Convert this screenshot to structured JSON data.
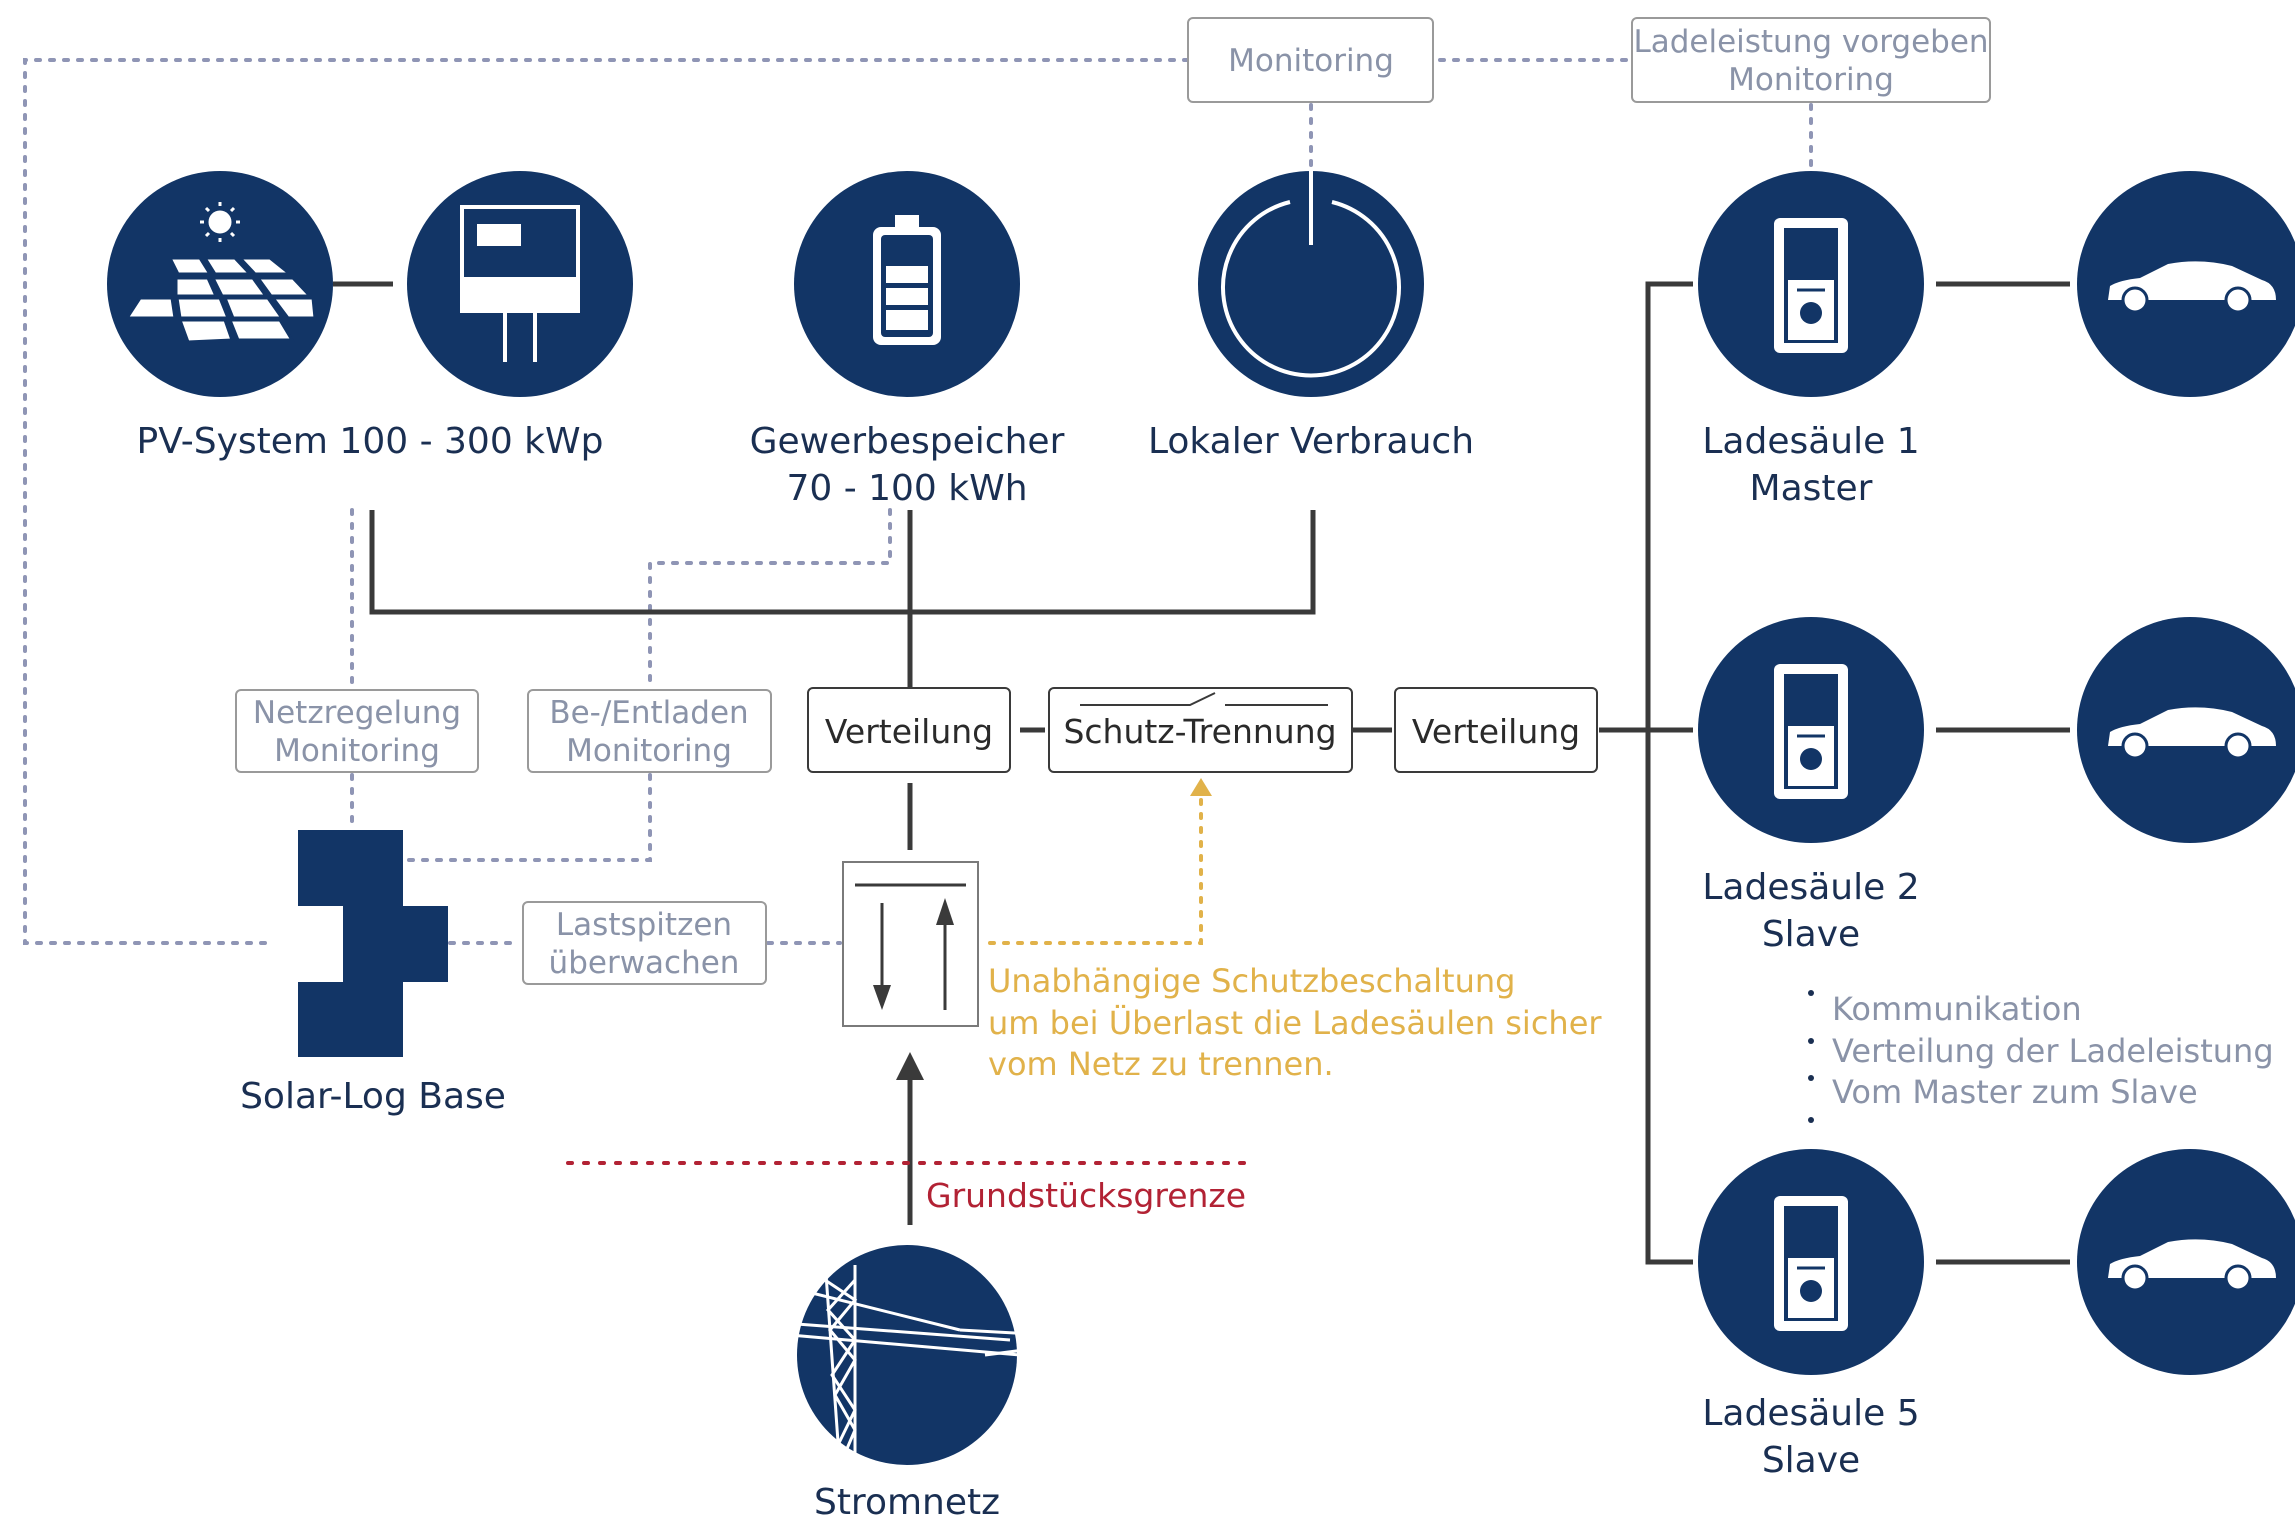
{
  "colors": {
    "navy": "#123566",
    "line_dark": "#3a3a3a",
    "dotted_gray": "#8f95b5",
    "warning": "#e1b24a",
    "border_red": "#b22234",
    "box_border": "#9a9a9a"
  },
  "top": {
    "monitoring": "Monitoring",
    "ladeleistung_line1": "Ladeleistung vorgeben",
    "ladeleistung_line2": "Monitoring"
  },
  "nodes": {
    "pv_label": "PV-System 100 - 300 kWp",
    "speicher_line1": "Gewerbespeicher",
    "speicher_line2": "70 - 100 kWh",
    "verbrauch_label": "Lokaler Verbrauch",
    "solarlog_label": "Solar-Log Base",
    "stromnetz_label": "Stromnetz"
  },
  "boxes": {
    "netzregelung_line1": "Netzregelung",
    "netzregelung_line2": "Monitoring",
    "beentladen_line1": "Be-/Entladen",
    "beentladen_line2": "Monitoring",
    "verteilung1": "Verteilung",
    "schutz": "Schutz-Trennung",
    "verteilung2": "Verteilung",
    "lastspitzen_line1": "Lastspitzen",
    "lastspitzen_line2": "überwachen"
  },
  "warning_text": {
    "line1": "Unabhängige Schutzbeschaltung",
    "line2": "um bei Überlast die Ladesäulen sicher",
    "line3": "vom Netz zu trennen."
  },
  "grundstueck": "Grundstücksgrenze",
  "chargers": [
    {
      "line1": "Ladesäule 1",
      "line2": "Master"
    },
    {
      "line1": "Ladesäule 2",
      "line2": "Slave"
    },
    {
      "line1": "Ladesäule 5",
      "line2": "Slave"
    }
  ],
  "comm_list": [
    "Kommunikation",
    "Verteilung der Ladeleistung",
    "Vom Master zum Slave"
  ],
  "icons": [
    "sun-icon",
    "solar-panel-icon",
    "inverter-icon",
    "battery-icon",
    "power-icon",
    "charging-station-icon",
    "car-icon",
    "solar-log-device-icon",
    "meter-icon",
    "power-pylon-icon"
  ]
}
